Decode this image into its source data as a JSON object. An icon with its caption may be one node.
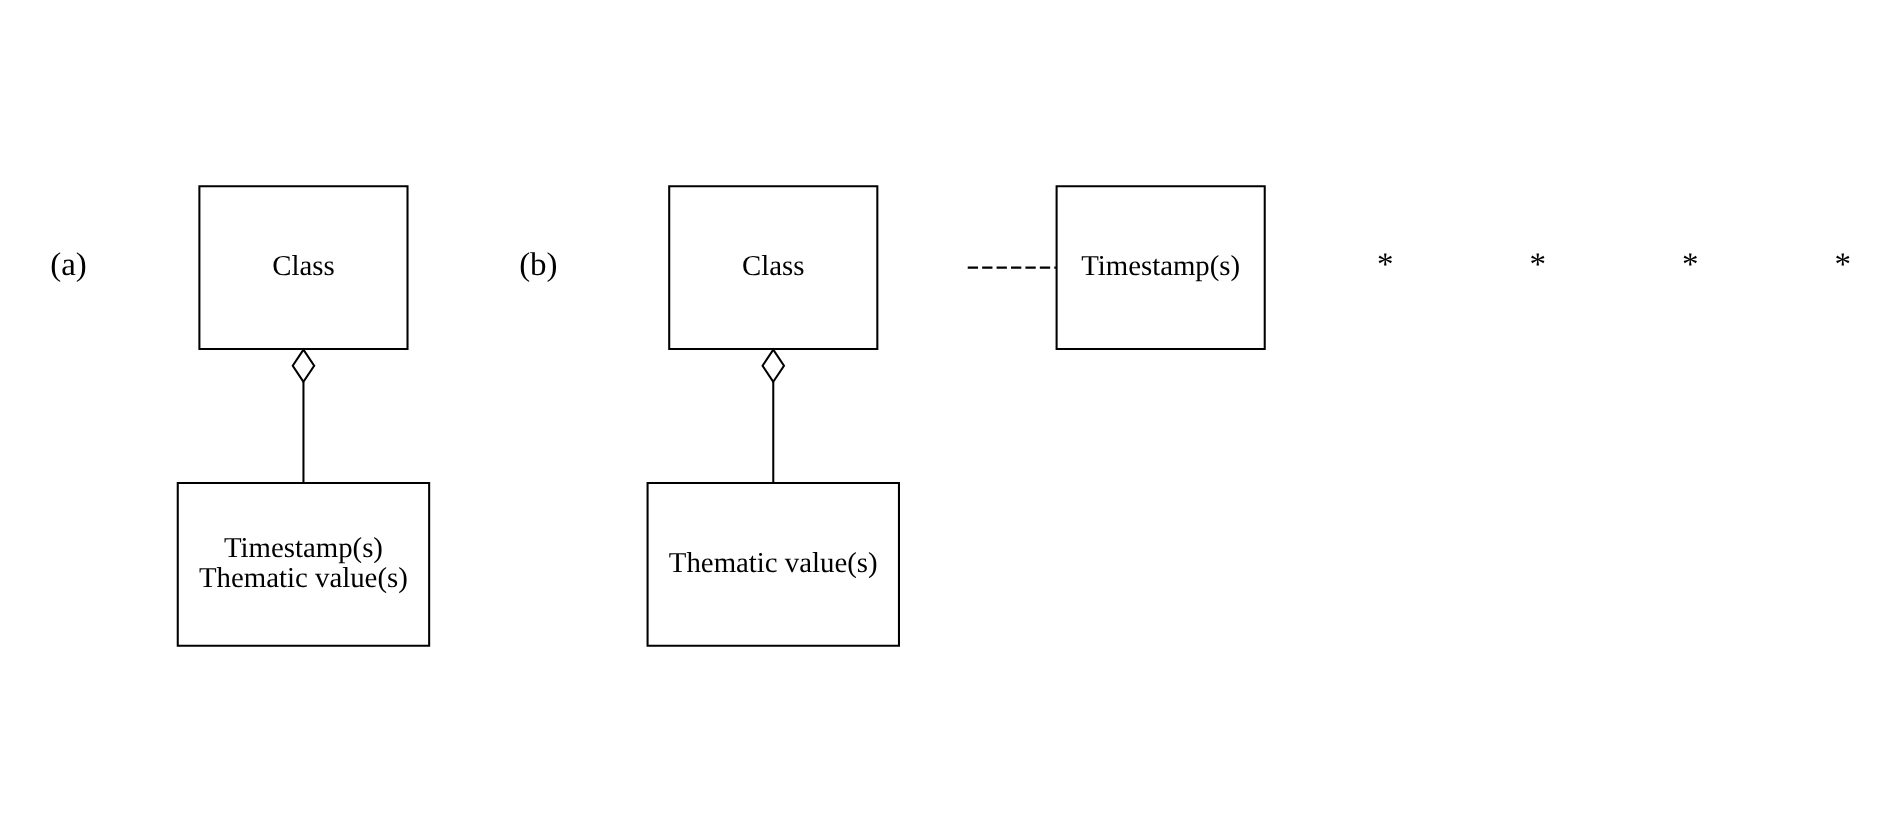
{
  "diagram": {
    "nodes": [
      {
        "text": [
          "Class"
        ]
      },
      {
        "text": [
          "Timestamp(s)",
          "Thematic value(s)"
        ]
      },
      {
        "text": [
          "Class"
        ]
      },
      {
        "text": [
          "Thematic value(s)"
        ]
      },
      {
        "text": [
          "Timestamp(s)"
        ]
      }
    ],
    "edges": [
      {
        "from": 0,
        "to": 1,
        "arrow": "other"
      },
      {
        "from": 2,
        "to": 3,
        "arrow": "other"
      },
      {
        "from": null,
        "to": 4,
        "arrow": "none",
        "style": "dashed"
      }
    ],
    "labels": [
      "(a)",
      "(b)",
      "*",
      "*",
      "*",
      "*"
    ]
  }
}
